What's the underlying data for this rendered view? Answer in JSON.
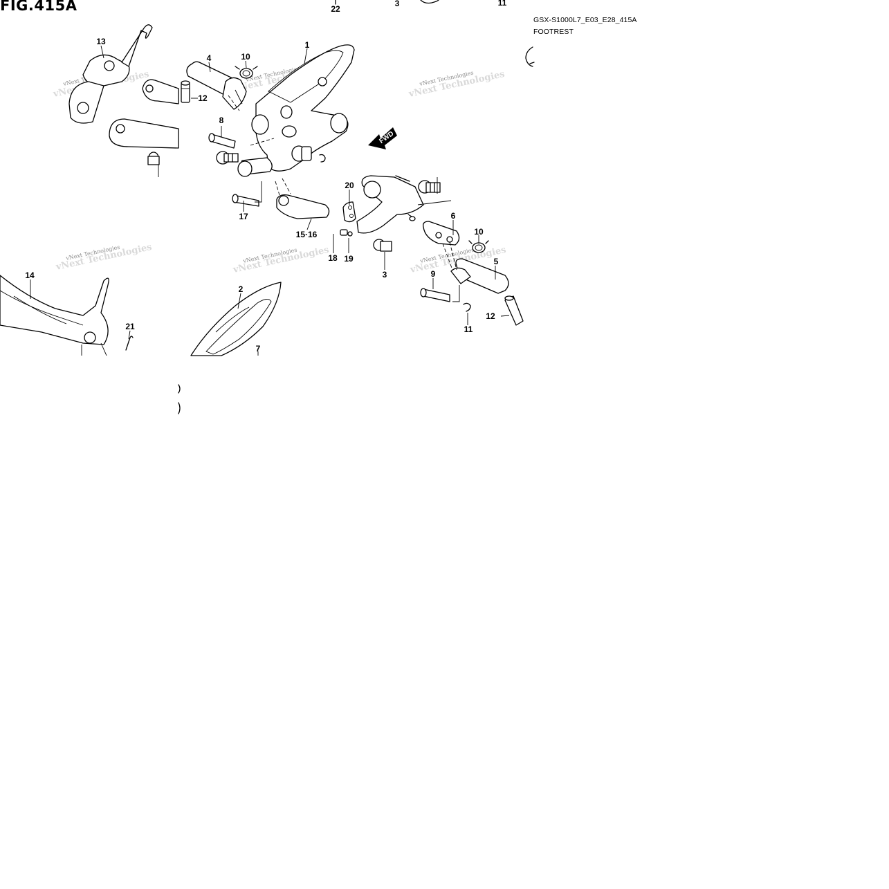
{
  "figure": {
    "number": "FIG.415A",
    "model_code": "GSX-S1000L7_E03_E28_415A",
    "section_name": "FOOTREST"
  },
  "direction_label": "FWD",
  "watermark": "vNext Technologies",
  "callouts": [
    {
      "id": "c22",
      "label": "22"
    },
    {
      "id": "c3top",
      "label": "3"
    },
    {
      "id": "c11top",
      "label": "11"
    },
    {
      "id": "c13",
      "label": "13"
    },
    {
      "id": "c4",
      "label": "4"
    },
    {
      "id": "c10a",
      "label": "10"
    },
    {
      "id": "c1",
      "label": "1"
    },
    {
      "id": "c12a",
      "label": "12"
    },
    {
      "id": "c8",
      "label": "8"
    },
    {
      "id": "c20",
      "label": "20"
    },
    {
      "id": "c17",
      "label": "17"
    },
    {
      "id": "c1516",
      "label": "15·16"
    },
    {
      "id": "c6",
      "label": "6"
    },
    {
      "id": "c10b",
      "label": "10"
    },
    {
      "id": "c18",
      "label": "18"
    },
    {
      "id": "c19",
      "label": "19"
    },
    {
      "id": "c3b",
      "label": "3"
    },
    {
      "id": "c5",
      "label": "5"
    },
    {
      "id": "c9",
      "label": "9"
    },
    {
      "id": "c12b",
      "label": "12"
    },
    {
      "id": "c11b",
      "label": "11"
    },
    {
      "id": "c14",
      "label": "14"
    },
    {
      "id": "c21",
      "label": "21"
    },
    {
      "id": "c2",
      "label": "2"
    },
    {
      "id": "c7",
      "label": "7"
    }
  ]
}
